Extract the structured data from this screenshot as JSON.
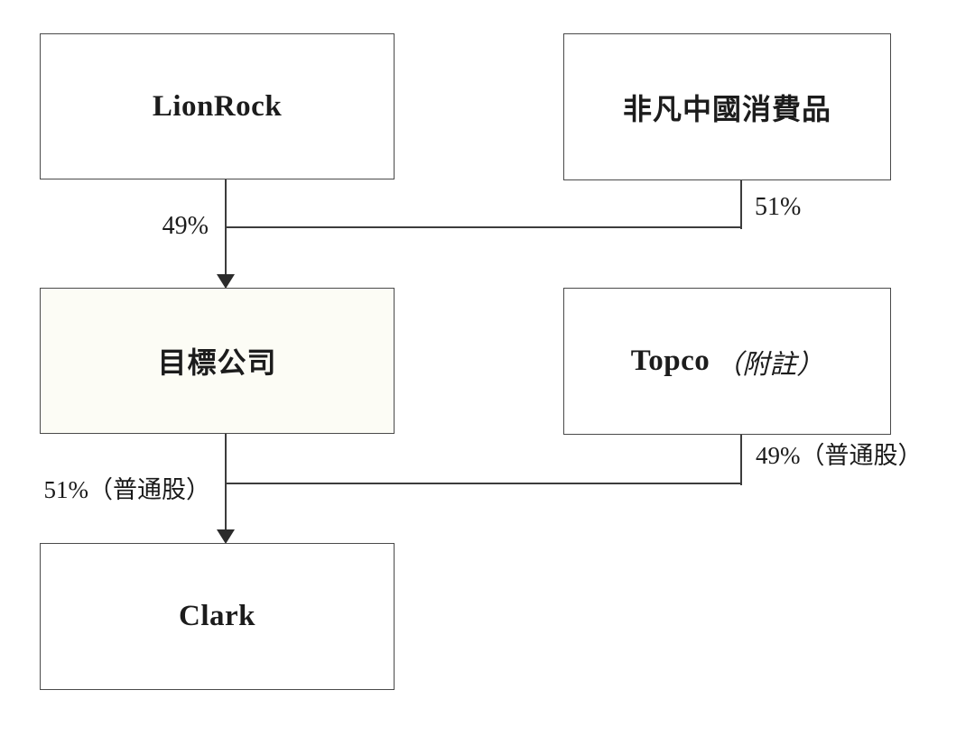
{
  "diagram": {
    "nodes": {
      "lionrock": {
        "label": "LionRock"
      },
      "feifan": {
        "label": "非凡中國消費品"
      },
      "target": {
        "label": "目標公司"
      },
      "topco": {
        "label": "Topco",
        "note": "（附註）"
      },
      "clark": {
        "label": "Clark"
      }
    },
    "edge_labels": {
      "lionrock_to_target": "49%",
      "feifan_to_target": "51%",
      "target_to_clark": "51%（普通股）",
      "topco_to_clark": "49%（普通股）"
    },
    "colors": {
      "line": "#3c3c3c",
      "box_border": "#4a4a4a",
      "target_fill": "#fcfcf5",
      "background": "#ffffff"
    }
  }
}
